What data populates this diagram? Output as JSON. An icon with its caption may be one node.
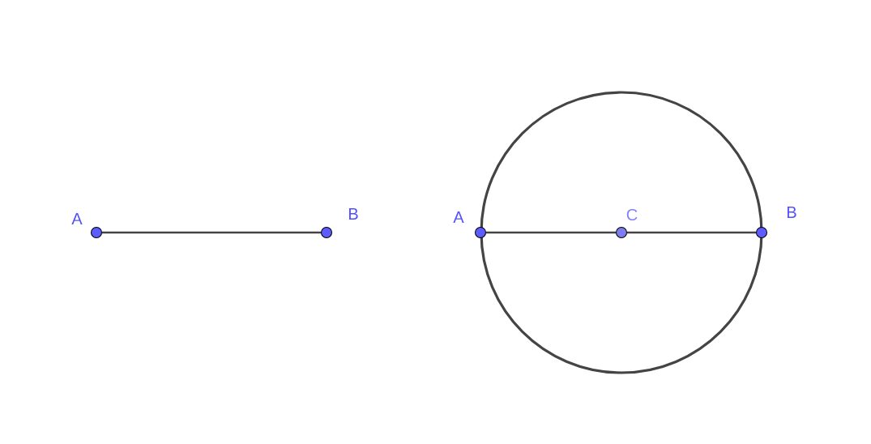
{
  "diagram": {
    "nodes": [
      {
        "text": [],
        "shape": "circle",
        "beside": [
          "A"
        ]
      },
      {
        "text": [],
        "shape": "circle",
        "beside": [
          "B"
        ]
      },
      {
        "text": [],
        "shape": "circle",
        "beside": [
          "A"
        ]
      },
      {
        "text": [],
        "shape": "circle",
        "beside": [
          "C"
        ]
      },
      {
        "text": [],
        "shape": "circle",
        "beside": [
          "B"
        ]
      }
    ],
    "edges": [
      {
        "from": 0,
        "to": 1,
        "arrow": "none"
      },
      {
        "from": 2,
        "to": 3,
        "arrow": "none"
      },
      {
        "from": 3,
        "to": 4,
        "arrow": "none"
      }
    ]
  }
}
